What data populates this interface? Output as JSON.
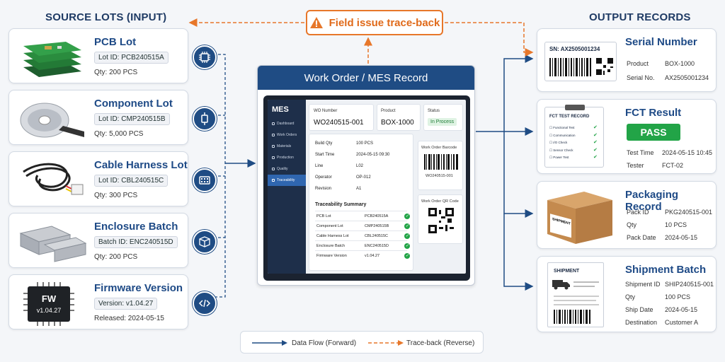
{
  "headers": {
    "sources": "SOURCE LOTS (INPUT)",
    "outputs": "OUTPUT RECORDS"
  },
  "trace_banner": "Field issue trace-back",
  "sources": [
    {
      "title": "PCB Lot",
      "chip": "Lot ID: PCB240515A",
      "detail": "Qty: 200 PCS",
      "icon": "chip-icon"
    },
    {
      "title": "Component Lot",
      "chip": "Lot ID: CMP240515B",
      "detail": "Qty: 5,000 PCS",
      "icon": "component-icon"
    },
    {
      "title": "Cable Harness Lot",
      "chip": "Lot ID: CBL240515C",
      "detail": "Qty: 300 PCS",
      "icon": "connector-icon"
    },
    {
      "title": "Enclosure Batch",
      "chip": "Batch ID: ENC240515D",
      "detail": "Qty: 200 PCS",
      "icon": "box-icon"
    },
    {
      "title": "Firmware Version",
      "chip": "Version: v1.04.27",
      "detail": "Released: 2024-05-15",
      "icon": "code-icon"
    }
  ],
  "fw_chip": {
    "name": "FW",
    "version": "v1.04.27"
  },
  "mes": {
    "title": "Work Order / MES Record",
    "app": "MES",
    "nav": [
      "Dashboard",
      "Work Orders",
      "Materials",
      "Production",
      "Quality",
      "Traceability"
    ],
    "wo_label": "WO Number",
    "wo_value": "WO240515-001",
    "product_label": "Product",
    "product_value": "BOX-1000",
    "status_label": "Status",
    "status_value": "In Process",
    "details": [
      {
        "k": "Build Qty",
        "v": "100 PCS"
      },
      {
        "k": "Start Time",
        "v": "2024-05-15 09:30"
      },
      {
        "k": "Line",
        "v": "L02"
      },
      {
        "k": "Operator",
        "v": "OP-012"
      },
      {
        "k": "Revision",
        "v": "A1"
      }
    ],
    "barcode_label": "Work Order Barcode",
    "barcode_text": "WO240515-001",
    "qr_label": "Work Order QR Code",
    "summary_title": "Traceability Summary",
    "summary": [
      {
        "k": "PCB Lot",
        "v": "PCB240515A"
      },
      {
        "k": "Component Lot",
        "v": "CMP240515B"
      },
      {
        "k": "Cable Harness Lot",
        "v": "CBL240515C"
      },
      {
        "k": "Enclosure Batch",
        "v": "ENC240515D"
      },
      {
        "k": "Firmware Version",
        "v": "v1.04.27"
      }
    ]
  },
  "outputs": {
    "serial": {
      "title": "Serial Number",
      "label": "SN: AX2505001234",
      "rows": [
        {
          "k": "Product",
          "v": "BOX-1000"
        },
        {
          "k": "Serial No.",
          "v": "AX2505001234"
        }
      ]
    },
    "fct": {
      "title": "FCT Result",
      "result": "PASS",
      "sheet_title": "FCT TEST RECORD",
      "checks": [
        "Functional Test",
        "Communication",
        "I/O Check",
        "Sensor Check",
        "Power Test"
      ],
      "rows": [
        {
          "k": "Test Time",
          "v": "2024-05-15 10:45"
        },
        {
          "k": "Tester",
          "v": "FCT-02"
        }
      ]
    },
    "pack": {
      "title": "Packaging Record",
      "box_label": "SHIPMENT",
      "rows": [
        {
          "k": "Pack ID",
          "v": "PKG240515-001"
        },
        {
          "k": "Qty",
          "v": "10 PCS"
        },
        {
          "k": "Pack Date",
          "v": "2024-05-15"
        }
      ]
    },
    "ship": {
      "title": "Shipment Batch",
      "doc_title": "SHIPMENT",
      "rows": [
        {
          "k": "Shipment ID",
          "v": "SHIP240515-001"
        },
        {
          "k": "Qty",
          "v": "100 PCS"
        },
        {
          "k": "Ship Date",
          "v": "2024-05-15"
        },
        {
          "k": "Destination",
          "v": "Customer A"
        }
      ]
    }
  },
  "legend": {
    "forward": "Data Flow (Forward)",
    "reverse": "Trace-back (Reverse)"
  },
  "colors": {
    "navy": "#1f4c84",
    "orange": "#e7772a",
    "green": "#22a447"
  }
}
